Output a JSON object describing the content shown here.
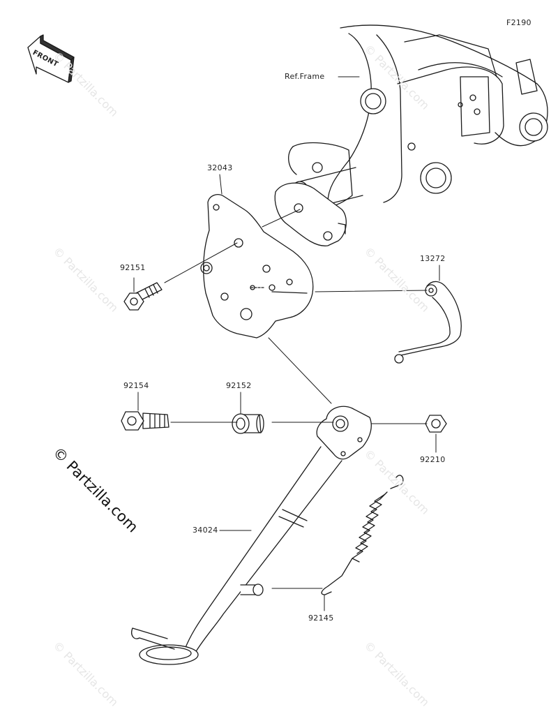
{
  "diagram": {
    "figure_code": "F2190",
    "front_label": "FRONT",
    "ref_frame_label": "Ref.Frame",
    "parts": [
      {
        "id": "32043"
      },
      {
        "id": "92151"
      },
      {
        "id": "13272"
      },
      {
        "id": "92154"
      },
      {
        "id": "92152"
      },
      {
        "id": "92210"
      },
      {
        "id": "34024"
      },
      {
        "id": "92145"
      }
    ]
  },
  "watermark": {
    "text": "© Partzilla.com",
    "large_text": "© Partzilla.com",
    "color": "#e6e6e6"
  },
  "colors": {
    "line": "#1a1a1a",
    "fill": "#ffffff"
  }
}
